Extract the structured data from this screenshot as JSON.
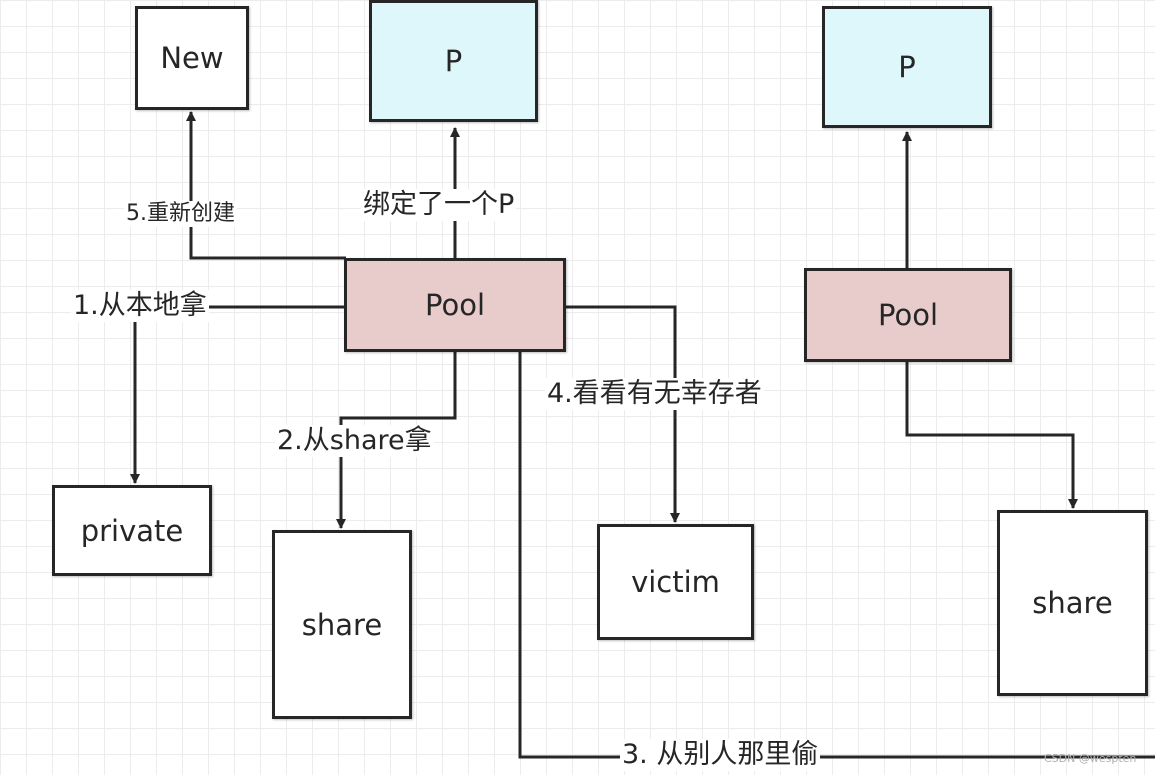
{
  "nodes": {
    "new": "New",
    "p_left": "P",
    "p_right": "P",
    "pool_left": "Pool",
    "pool_right": "Pool",
    "private": "private",
    "share_left": "share",
    "victim": "victim",
    "share_right": "share"
  },
  "edges": {
    "step1": "1.从本地拿",
    "step2": "2.从share拿",
    "step3": "3. 从别人那里偷",
    "step4": "4.看看有无幸存者",
    "step5": "5.重新创建",
    "bind_p": "绑定了一个P"
  },
  "colors": {
    "p_fill": "#def7fa",
    "pool_fill": "#e8cccc",
    "line": "#262626"
  },
  "watermark": "CSDN @wespten"
}
